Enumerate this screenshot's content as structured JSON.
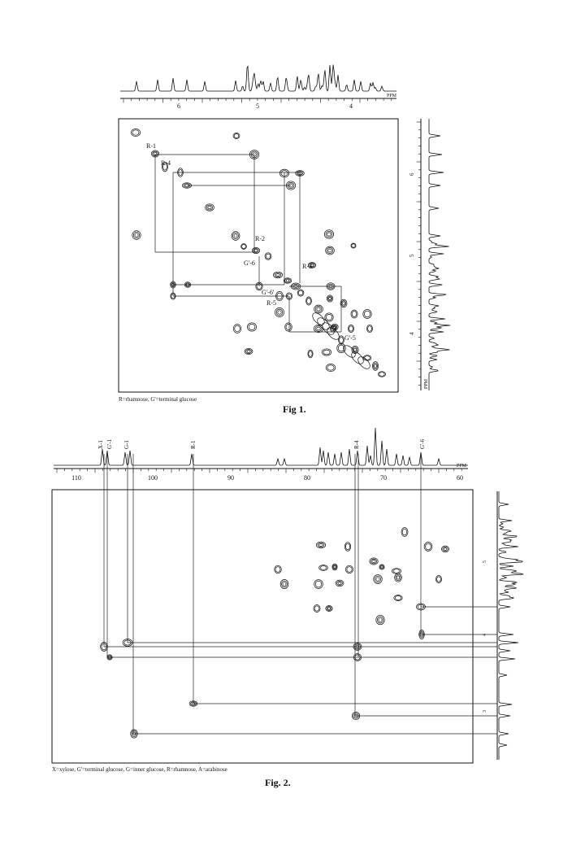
{
  "fig1": {
    "caption": "Fig 1.",
    "footnote": "R=rhamnose, G'=terminal glucose",
    "ppm_label": "PPM",
    "top_ticks": [
      "6",
      "5",
      "4"
    ],
    "side_ticks": [
      "6",
      "5",
      "4"
    ],
    "cross_labels": [
      "R-1",
      "R-4",
      "R-2",
      "G'-6",
      "R-3",
      "G'-6'",
      "R-5",
      "G'-5"
    ],
    "contours": [
      [
        167,
        163
      ],
      [
        191,
        189
      ],
      [
        203,
        205
      ],
      [
        222,
        212
      ],
      [
        230,
        228
      ],
      [
        258,
        255
      ],
      [
        291,
        167
      ],
      [
        313,
        190
      ],
      [
        350,
        213
      ],
      [
        369,
        213
      ],
      [
        358,
        228
      ],
      [
        168,
        289
      ],
      [
        290,
        290
      ],
      [
        300,
        303
      ],
      [
        315,
        308
      ],
      [
        330,
        315
      ],
      [
        342,
        338
      ],
      [
        354,
        345
      ],
      [
        364,
        352
      ],
      [
        370,
        360
      ],
      [
        380,
        370
      ],
      [
        392,
        380
      ],
      [
        405,
        390
      ],
      [
        412,
        402
      ],
      [
        420,
        418
      ],
      [
        437,
        430
      ],
      [
        452,
        440
      ],
      [
        462,
        450
      ],
      [
        470,
        460
      ],
      [
        213,
        350
      ],
      [
        231,
        350
      ],
      [
        319,
        352
      ],
      [
        213,
        364
      ],
      [
        344,
        364
      ],
      [
        356,
        364
      ],
      [
        407,
        352
      ],
      [
        406,
        367
      ],
      [
        423,
        373
      ],
      [
        436,
        386
      ],
      [
        452,
        386
      ],
      [
        392,
        404
      ],
      [
        410,
        404
      ],
      [
        432,
        404
      ],
      [
        455,
        404
      ],
      [
        292,
        404
      ],
      [
        310,
        402
      ],
      [
        355,
        402
      ],
      [
        306,
        432
      ],
      [
        382,
        435
      ],
      [
        402,
        433
      ],
      [
        420,
        428
      ],
      [
        407,
        452
      ],
      [
        405,
        288
      ],
      [
        435,
        302
      ],
      [
        406,
        308
      ],
      [
        384,
        326
      ],
      [
        344,
        384
      ]
    ]
  },
  "fig2": {
    "caption": "Fig. 2.",
    "footnote": "X=xylose, G'=terminal glucose, G=inner glucose, R=rhamnose, A=arabinose",
    "ppm_label": "PPM",
    "top_ticks": [
      "110",
      "100",
      "90",
      "80",
      "70",
      "60"
    ],
    "peak_labels": [
      "X-1",
      "G'-1",
      "G-1",
      "R-1",
      "R-4",
      "G'-6"
    ],
    "side_labels": [
      "5",
      "4",
      "3"
    ],
    "contours": [
      [
        395,
        670
      ],
      [
        428,
        672
      ],
      [
        498,
        654
      ],
      [
        527,
        672
      ],
      [
        548,
        675
      ],
      [
        342,
        700
      ],
      [
        398,
        698
      ],
      [
        412,
        697
      ],
      [
        430,
        700
      ],
      [
        460,
        690
      ],
      [
        470,
        697
      ],
      [
        488,
        702
      ],
      [
        350,
        718
      ],
      [
        392,
        718
      ],
      [
        418,
        717
      ],
      [
        465,
        712
      ],
      [
        490,
        710
      ],
      [
        540,
        712
      ],
      [
        390,
        748
      ],
      [
        405,
        748
      ],
      [
        468,
        762
      ],
      [
        490,
        735
      ],
      [
        518,
        746
      ],
      [
        128,
        795
      ],
      [
        135,
        808
      ],
      [
        157,
        790
      ],
      [
        440,
        795
      ],
      [
        440,
        808
      ],
      [
        519,
        780
      ],
      [
        238,
        865
      ],
      [
        438,
        880
      ],
      [
        165,
        902
      ]
    ]
  }
}
